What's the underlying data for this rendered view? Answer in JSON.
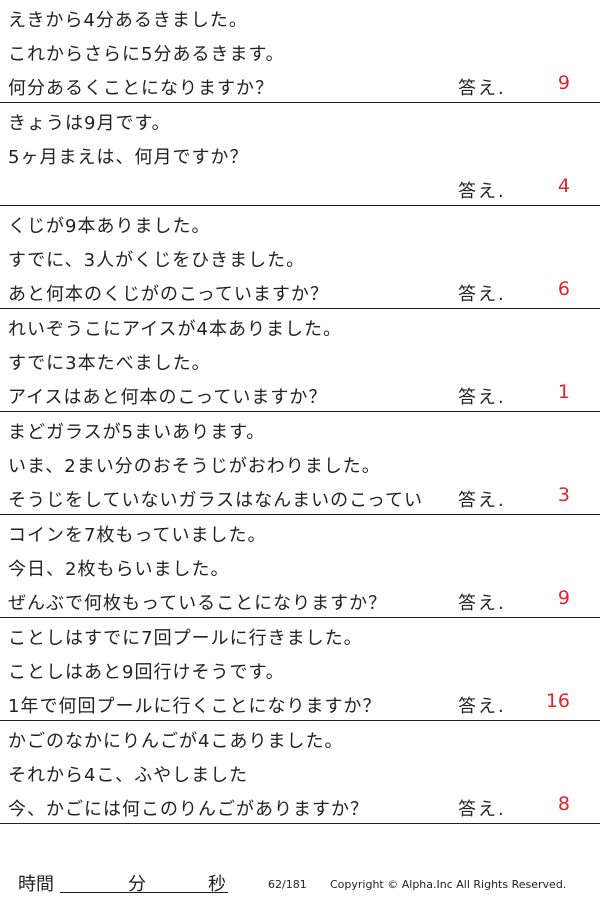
{
  "problems": [
    {
      "lines": [
        "えきから4分あるきました。",
        "これからさらに5分あるきます。",
        "何分あるくことになりますか？"
      ],
      "answer_label": "答え.",
      "answer": "9"
    },
    {
      "lines": [
        "きょうは9月です。",
        "5ヶ月まえは、何月ですか？",
        ""
      ],
      "answer_label": "答え.",
      "answer": "4"
    },
    {
      "lines": [
        "くじが9本ありました。",
        "すでに、3人がくじをひきました。",
        "あと何本のくじがのこっていますか？"
      ],
      "answer_label": "答え.",
      "answer": "6"
    },
    {
      "lines": [
        "れいぞうこにアイスが4本ありました。",
        "すでに3本たべました。",
        "アイスはあと何本のこっていますか？"
      ],
      "answer_label": "答え.",
      "answer": "1"
    },
    {
      "lines": [
        "まどガラスが5まいあります。",
        "いま、2まい分のおそうじがおわりました。",
        "そうじをしていないガラスはなんまいのこってい"
      ],
      "answer_label": "答え.",
      "answer": "3"
    },
    {
      "lines": [
        "コインを7枚もっていました。",
        "今日、2枚もらいました。",
        "ぜんぶで何枚もっていることになりますか？"
      ],
      "answer_label": "答え.",
      "answer": "9"
    },
    {
      "lines": [
        "ことしはすでに7回プールに行きました。",
        "ことしはあと9回行けそうです。",
        "1年で何回プールに行くことになりますか？"
      ],
      "answer_label": "答え.",
      "answer": "16"
    },
    {
      "lines": [
        "かごのなかにりんごが4こありました。",
        "それから4こ、ふやしました",
        "今、かごには何このりんごがありますか？"
      ],
      "answer_label": "答え.",
      "answer": "8"
    }
  ],
  "footer": {
    "time_label": "時間",
    "minutes_label": "分",
    "seconds_label": "秒",
    "page": "62/181",
    "copyright": "Copyright ©  Alpha.Inc All Rights Reserved."
  },
  "colors": {
    "answer": "#e0242f",
    "text": "#222222"
  }
}
